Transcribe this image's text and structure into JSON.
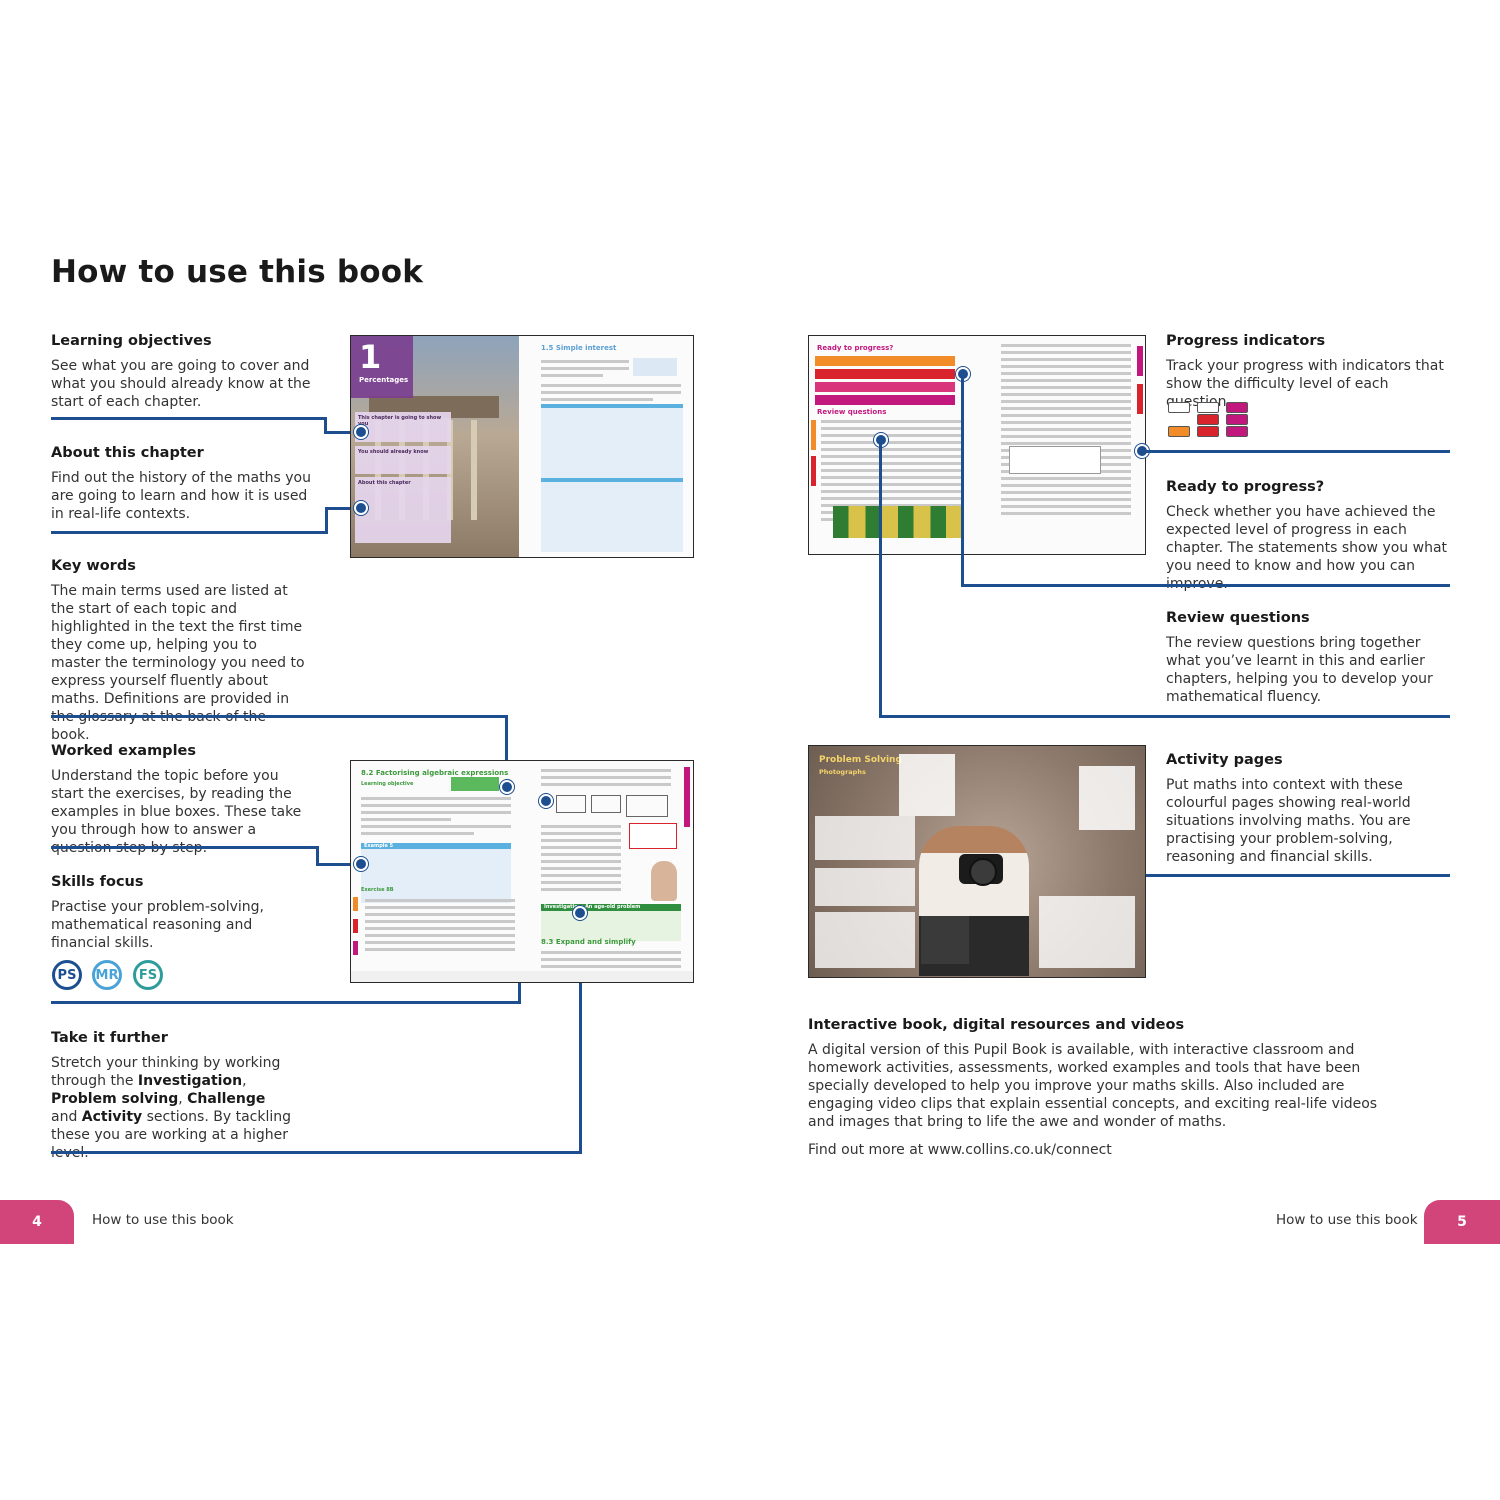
{
  "page_title": "How to use this book",
  "left_sections": {
    "learning_objectives": {
      "title": "Learning objectives",
      "body": "See what you are going to cover and what you should already know at the start of each chapter."
    },
    "about_chapter": {
      "title": "About this chapter",
      "body": "Find out the history of the maths you are going to learn and how it is used in real-life contexts."
    },
    "key_words": {
      "title": "Key words",
      "body": "The main terms used are listed at the start of each topic and highlighted in the text the first time they come up, helping you to master the terminology you need to express yourself fluently about maths. Definitions are provided in the glossary at the back of the book."
    },
    "worked_examples": {
      "title": "Worked examples",
      "body": "Understand the topic before you start the exercises, by reading the examples in blue boxes. These take you through how to answer a question step by step."
    },
    "skills_focus": {
      "title": "Skills focus",
      "body": "Practise your problem-solving, mathematical reasoning and financial skills."
    },
    "take_further": {
      "title": "Take it further",
      "t1": "Stretch your thinking by working through the ",
      "b1": "Investigation",
      "t2": ", ",
      "b2": "Problem solving",
      "t3": ", ",
      "b3": "Challenge",
      "t4": " and ",
      "b4": "Activity",
      "t5": " sections. By tackling these you are working at a higher level."
    }
  },
  "skills_badges": [
    {
      "label": "PS",
      "color": "#1d4e8f"
    },
    {
      "label": "MR",
      "color": "#4aa3d6"
    },
    {
      "label": "FS",
      "color": "#2e9c9a"
    }
  ],
  "right_sections": {
    "progress_indicators": {
      "title": "Progress indicators",
      "body": "Track your progress with indicators that show the difficulty level of each question."
    },
    "ready_to_progress": {
      "title": "Ready to progress?",
      "body": "Check whether you have achieved the expected level of progress in each chapter. The statements show you what you need to know and how you can improve."
    },
    "review_questions": {
      "title": "Review questions",
      "body": "The review questions bring together what you’ve learnt in this and earlier chapters, helping you to develop your mathematical fluency."
    },
    "activity_pages": {
      "title": "Activity pages",
      "body": "Put maths into context with these colourful pages showing real-world situations involving maths. You are practising your problem-solving, reasoning and financial skills."
    },
    "interactive": {
      "title": "Interactive book, digital resources and videos",
      "body": "A digital version of this Pupil Book is available, with interactive classroom and homework activities, assessments, worked examples and tools that have been specially developed to help you improve your maths skills. Also included are engaging video clips that explain essential concepts, and exciting real-life videos and images that bring to life the awe and wonder of maths.",
      "link_line": "Find out more at www.collins.co.uk/connect"
    }
  },
  "progress_indicator_colors": [
    "#f28c28",
    "#d9232d",
    "#c2187e"
  ],
  "thumbnails": {
    "chapter": {
      "number": "1",
      "chapter_title": "Percentages",
      "topic": "1.5 Simple interest",
      "box1": "This chapter is going to show you",
      "box2": "You should already know",
      "box3": "About this chapter"
    },
    "algebra": {
      "topic": "8.2 Factorising algebraic expressions",
      "lo": "Learning objective",
      "example": "Example 5",
      "exercise": "Exercise 8B",
      "investigation": "Investigation: An age-old problem",
      "next_topic": "8.3 Expand and simplify"
    },
    "review": {
      "ready": "Ready to progress?",
      "review": "Review questions"
    },
    "activity": {
      "title": "Problem Solving",
      "subtitle": "Photographs"
    }
  },
  "footer": {
    "left_number": "4",
    "left_text": "How to use this book",
    "right_text": "How to use this book",
    "right_number": "5"
  },
  "colors": {
    "rule_blue": "#1d4e8f",
    "page_tab": "#d1457b"
  }
}
